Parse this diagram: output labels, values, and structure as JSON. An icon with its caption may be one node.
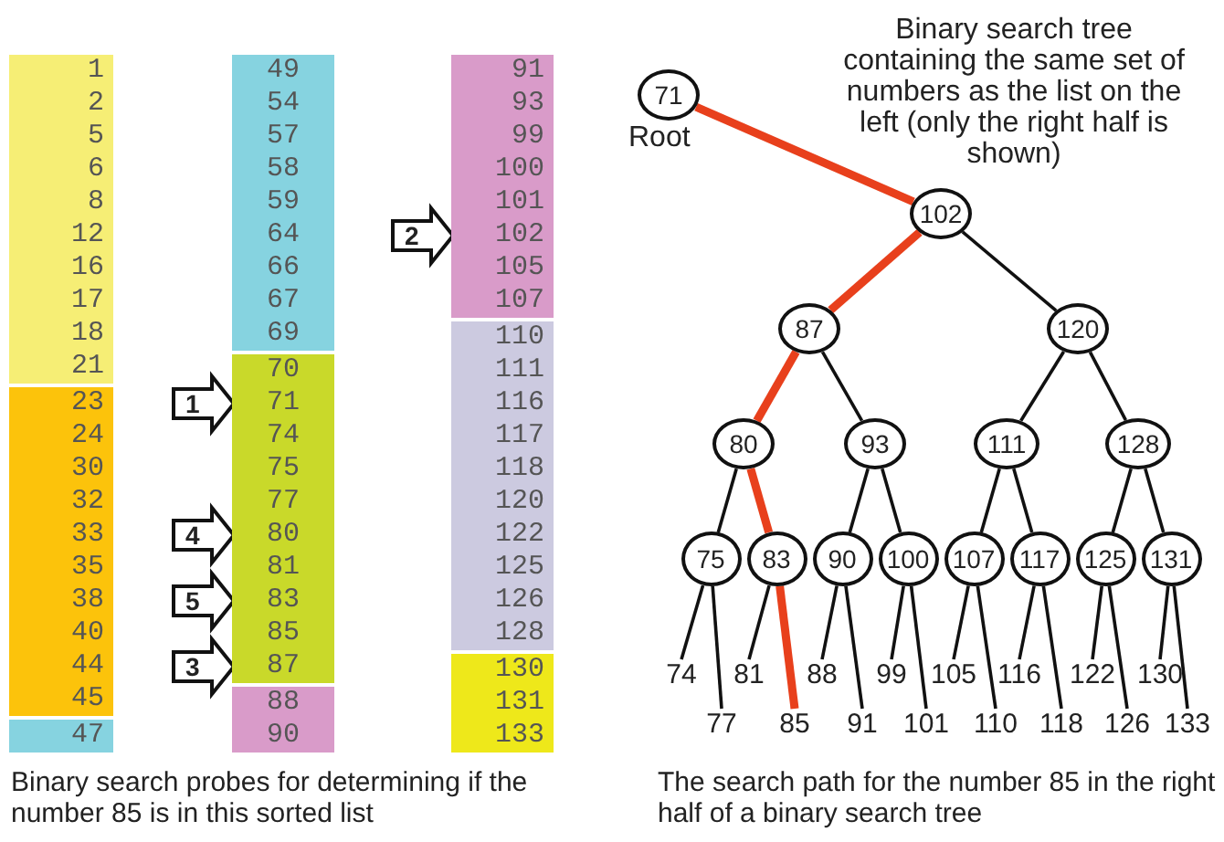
{
  "diagram": {
    "nodes": [
      {
        "text": [],
        "shape": "bar"
      },
      {
        "text": [
          "1"
        ],
        "in": 0
      },
      {
        "text": [
          "2"
        ],
        "in": 0
      },
      {
        "text": [
          "5"
        ],
        "in": 0
      },
      {
        "text": [
          "6"
        ],
        "in": 0
      },
      {
        "text": [
          "8"
        ],
        "in": 0
      },
      {
        "text": [
          "12"
        ],
        "in": 0
      },
      {
        "text": [
          "16"
        ],
        "in": 0
      },
      {
        "text": [
          "17"
        ],
        "in": 0
      },
      {
        "text": [
          "18"
        ],
        "in": 0
      },
      {
        "text": [
          "21"
        ],
        "in": 0
      },
      {
        "text": [],
        "shape": "bar"
      },
      {
        "text": [
          "23"
        ],
        "in": 11
      },
      {
        "text": [
          "24"
        ],
        "in": 11
      },
      {
        "text": [
          "30"
        ],
        "in": 11
      },
      {
        "text": [
          "32"
        ],
        "in": 11
      },
      {
        "text": [
          "33"
        ],
        "in": 11
      },
      {
        "text": [
          "35"
        ],
        "in": 11
      },
      {
        "text": [
          "38"
        ],
        "in": 11
      },
      {
        "text": [
          "40"
        ],
        "in": 11
      },
      {
        "text": [
          "44"
        ],
        "in": 11
      },
      {
        "text": [
          "45"
        ],
        "in": 11
      },
      {
        "text": [],
        "shape": "bar"
      },
      {
        "text": [
          "47"
        ],
        "in": 22
      },
      {
        "text": [],
        "shape": "bar"
      },
      {
        "text": [
          "49"
        ],
        "in": 24
      },
      {
        "text": [
          "54"
        ],
        "in": 24
      },
      {
        "text": [
          "57"
        ],
        "in": 24
      },
      {
        "text": [
          "58"
        ],
        "in": 24
      },
      {
        "text": [
          "59"
        ],
        "in": 24
      },
      {
        "text": [
          "64"
        ],
        "in": 24
      },
      {
        "text": [
          "66"
        ],
        "in": 24
      },
      {
        "text": [
          "67"
        ],
        "in": 24
      },
      {
        "text": [
          "69"
        ],
        "in": 24
      },
      {
        "text": [],
        "shape": "bar"
      },
      {
        "text": [
          "70"
        ],
        "in": 34
      },
      {
        "text": [
          "71"
        ],
        "in": 34
      },
      {
        "text": [
          "74"
        ],
        "in": 34
      },
      {
        "text": [
          "75"
        ],
        "in": 34
      },
      {
        "text": [
          "77"
        ],
        "in": 34
      },
      {
        "text": [
          "80"
        ],
        "in": 34
      },
      {
        "text": [
          "81"
        ],
        "in": 34
      },
      {
        "text": [
          "83"
        ],
        "in": 34
      },
      {
        "text": [
          "85"
        ],
        "in": 34
      },
      {
        "text": [
          "87"
        ],
        "in": 34
      },
      {
        "text": [],
        "shape": "bar"
      },
      {
        "text": [
          "88"
        ],
        "in": 45
      },
      {
        "text": [
          "90"
        ],
        "in": 45
      },
      {
        "text": [],
        "shape": "bar"
      },
      {
        "text": [
          "91"
        ],
        "in": 48
      },
      {
        "text": [
          "93"
        ],
        "in": 48
      },
      {
        "text": [
          "99"
        ],
        "in": 48
      },
      {
        "text": [
          "100"
        ],
        "in": 48
      },
      {
        "text": [
          "101"
        ],
        "in": 48
      },
      {
        "text": [
          "102"
        ],
        "in": 48
      },
      {
        "text": [
          "105"
        ],
        "in": 48
      },
      {
        "text": [
          "107"
        ],
        "in": 48
      },
      {
        "text": [],
        "shape": "bar"
      },
      {
        "text": [
          "110"
        ],
        "in": 57
      },
      {
        "text": [
          "111"
        ],
        "in": 57
      },
      {
        "text": [
          "116"
        ],
        "in": 57
      },
      {
        "text": [
          "117"
        ],
        "in": 57
      },
      {
        "text": [
          "118"
        ],
        "in": 57
      },
      {
        "text": [
          "120"
        ],
        "in": 57
      },
      {
        "text": [
          "122"
        ],
        "in": 57
      },
      {
        "text": [
          "125"
        ],
        "in": 57
      },
      {
        "text": [
          "126"
        ],
        "in": 57
      },
      {
        "text": [
          "128"
        ],
        "in": 57
      },
      {
        "text": [],
        "shape": "bar"
      },
      {
        "text": [
          "130"
        ],
        "in": 68
      },
      {
        "text": [
          "131"
        ],
        "in": 68
      },
      {
        "text": [
          "133"
        ],
        "in": 68
      },
      {
        "text": [
          "71"
        ],
        "beside": [
          "Root"
        ]
      },
      {
        "text": [
          "102"
        ]
      },
      {
        "text": [
          "87"
        ]
      },
      {
        "text": [
          "120"
        ]
      },
      {
        "text": [
          "80"
        ]
      },
      {
        "text": [
          "93"
        ]
      },
      {
        "text": [
          "111"
        ]
      },
      {
        "text": [
          "128"
        ]
      },
      {
        "text": [
          "75"
        ]
      },
      {
        "text": [
          "83"
        ]
      },
      {
        "text": [
          "90"
        ]
      },
      {
        "text": [
          "100"
        ]
      },
      {
        "text": [
          "107"
        ]
      },
      {
        "text": [
          "117"
        ]
      },
      {
        "text": [
          "125"
        ]
      },
      {
        "text": [
          "131"
        ]
      },
      {
        "text": [
          "74"
        ]
      },
      {
        "text": [
          "77"
        ]
      },
      {
        "text": [
          "81"
        ]
      },
      {
        "text": [
          "85"
        ]
      },
      {
        "text": [
          "88"
        ]
      },
      {
        "text": [
          "91"
        ]
      },
      {
        "text": [
          "99"
        ]
      },
      {
        "text": [
          "101"
        ]
      },
      {
        "text": [
          "105"
        ]
      },
      {
        "text": [
          "110"
        ]
      },
      {
        "text": [
          "116"
        ]
      },
      {
        "text": [
          "118"
        ]
      },
      {
        "text": [
          "122"
        ]
      },
      {
        "text": [
          "126"
        ]
      },
      {
        "text": [
          "130"
        ]
      },
      {
        "text": [
          "133"
        ]
      }
    ],
    "edges": [
      {
        "from": null,
        "to": 36,
        "arrow": "to",
        "label": "1"
      },
      {
        "from": null,
        "to": 54,
        "arrow": "to",
        "label": "2"
      },
      {
        "from": null,
        "to": 44,
        "arrow": "to",
        "label": "3"
      },
      {
        "from": null,
        "to": 40,
        "arrow": "to",
        "label": "4"
      },
      {
        "from": null,
        "to": 42,
        "arrow": "to",
        "label": "5"
      },
      {
        "from": 72,
        "to": 73,
        "arrow": "none",
        "style": "thick",
        "color": "#e8401c"
      },
      {
        "from": 73,
        "to": 74,
        "arrow": "none",
        "style": "thick",
        "color": "#e8401c"
      },
      {
        "from": 73,
        "to": 75,
        "arrow": "none"
      },
      {
        "from": 74,
        "to": 76,
        "arrow": "none",
        "style": "thick",
        "color": "#e8401c"
      },
      {
        "from": 74,
        "to": 77,
        "arrow": "none"
      },
      {
        "from": 75,
        "to": 78,
        "arrow": "none"
      },
      {
        "from": 75,
        "to": 79,
        "arrow": "none"
      },
      {
        "from": 76,
        "to": 80,
        "arrow": "none"
      },
      {
        "from": 76,
        "to": 81,
        "arrow": "none",
        "style": "thick",
        "color": "#e8401c"
      },
      {
        "from": 77,
        "to": 82,
        "arrow": "none"
      },
      {
        "from": 77,
        "to": 83,
        "arrow": "none"
      },
      {
        "from": 78,
        "to": 84,
        "arrow": "none"
      },
      {
        "from": 78,
        "to": 85,
        "arrow": "none"
      },
      {
        "from": 79,
        "to": 86,
        "arrow": "none"
      },
      {
        "from": 79,
        "to": 87,
        "arrow": "none"
      },
      {
        "from": 80,
        "to": 88,
        "arrow": "none"
      },
      {
        "from": 80,
        "to": 89,
        "arrow": "none"
      },
      {
        "from": 81,
        "to": 90,
        "arrow": "none"
      },
      {
        "from": 81,
        "to": 91,
        "arrow": "none",
        "style": "thick",
        "color": "#e8401c"
      },
      {
        "from": 82,
        "to": 92,
        "arrow": "none"
      },
      {
        "from": 82,
        "to": 93,
        "arrow": "none"
      },
      {
        "from": 83,
        "to": 94,
        "arrow": "none"
      },
      {
        "from": 83,
        "to": 95,
        "arrow": "none"
      },
      {
        "from": 84,
        "to": 96,
        "arrow": "none"
      },
      {
        "from": 84,
        "to": 97,
        "arrow": "none"
      },
      {
        "from": 85,
        "to": 98,
        "arrow": "none"
      },
      {
        "from": 85,
        "to": 99,
        "arrow": "none"
      },
      {
        "from": 86,
        "to": 100,
        "arrow": "none"
      },
      {
        "from": 86,
        "to": 101,
        "arrow": "none"
      },
      {
        "from": 87,
        "to": 102,
        "arrow": "none"
      },
      {
        "from": 87,
        "to": 103,
        "arrow": "none"
      }
    ],
    "labels": [
      "Binary search tree containing the same set of numbers as the list on the left (only the right half is shown)",
      "Binary search probes for determining if the number 85 is in this sorted list",
      "The search path for the number 85 in the right half of a binary search tree"
    ]
  }
}
